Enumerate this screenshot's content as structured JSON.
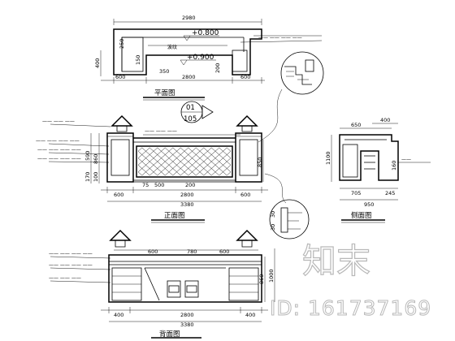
{
  "plan": {
    "overall_width": "2980",
    "elevation_top": "+0.800",
    "elevation_bottom": "+0.900",
    "side_left": "600",
    "middle": "2800",
    "side_right": "600",
    "depth": "400",
    "inner_a": "250",
    "inner_b": "150",
    "inner_c": "350",
    "inner_d": "200",
    "title": "平面图"
  },
  "front": {
    "section_no": "01",
    "section_ref": "105",
    "side_left": "600",
    "middle": "2800",
    "side_right": "600",
    "total": "3380",
    "height_total": "860",
    "height_part": "100",
    "height_left_lower": "170",
    "height_left_upper": "590",
    "height_right": "850",
    "dim_a": "500",
    "dim_b": "75",
    "dim_c": "200",
    "title": "正面图"
  },
  "side": {
    "top": "650",
    "top_right": "400",
    "height": "1100",
    "dim_a": "160",
    "dim_b": "705",
    "dim_c": "245",
    "total": "950",
    "title": "侧面图"
  },
  "back": {
    "dim_a": "600",
    "dim_b": "780",
    "dim_c": "600",
    "base_left": "400",
    "base_right": "400",
    "middle": "2800",
    "total": "3380",
    "height_a": "860",
    "height_b": "1000",
    "title": "背面图"
  },
  "watermark": {
    "text": "知末",
    "id": "ID: 161737169"
  }
}
